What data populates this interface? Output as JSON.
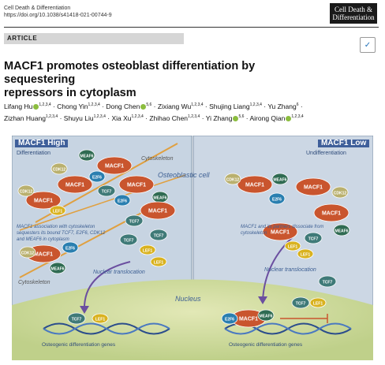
{
  "journal": {
    "name": "Cell Death & Differentiation",
    "doi": "https://doi.org/10.1038/s41418-021-00744-9",
    "logo_line1": "Cell Death &",
    "logo_line2": "Differentiation"
  },
  "section_label": "ARTICLE",
  "check_updates_icon": "check-for-updates-icon",
  "title_line1": "MACF1 promotes osteoblast differentiation by sequestering",
  "title_line2": "repressors in cytoplasm",
  "authors_line1": [
    {
      "name": "Lifang Hu",
      "sup": "1,2,3,4",
      "orcid": true
    },
    {
      "name": "Chong Yin",
      "sup": "1,2,3,4",
      "orcid": false
    },
    {
      "name": "Dong Chen",
      "sup": "5,6",
      "orcid": true
    },
    {
      "name": "Zixiang Wu",
      "sup": "1,2,3,4",
      "orcid": false
    },
    {
      "name": "Shujing Liang",
      "sup": "1,2,3,4",
      "orcid": false
    },
    {
      "name": "Yu Zhang",
      "sup": "6",
      "orcid": false
    }
  ],
  "authors_line2": [
    {
      "name": "Zizhan Huang",
      "sup": "1,2,3,4",
      "orcid": false
    },
    {
      "name": "Shuyu Liu",
      "sup": "1,2,3,4",
      "orcid": false
    },
    {
      "name": "Xia Xu",
      "sup": "1,2,3,4",
      "orcid": false
    },
    {
      "name": "Zhihao Chen",
      "sup": "1,2,3,4",
      "orcid": false
    },
    {
      "name": "Yi Zhang",
      "sup": "5,6",
      "orcid": true
    },
    {
      "name": "Airong Qian",
      "sup": "1,2,3,4",
      "orcid": true
    }
  ],
  "figure": {
    "left_title": "MACF1 High",
    "left_sub": "Differentiation",
    "right_title": "MACF1 Low",
    "right_sub": "Undifferentiation",
    "osteoblastic_cell": "Osteoblastic cell",
    "cytoskeleton_top": "Cytoskeleton",
    "cytoskeleton_bottom": "Cytoskeleton",
    "left_note": "MACF1 association with cytoskeleton sequesters its bound TCF7, E2F6, CDK12 and MEAF6 in cytoplasm",
    "right_note": "MACF1 and its partners dissociate from cytoskeleton",
    "nuclear_translocation_left": "Nuclear translocation",
    "nuclear_translocation_right": "Nuclear translocation",
    "nucleus": "Nucleus",
    "genes_left": "Osteogenic differentiation genes",
    "genes_right": "Osteogenic differentiation genes",
    "macf1": "MACF1",
    "tcf7": "TCF7",
    "lef1": "LEF1",
    "e2f6": "E2F6",
    "cdk12": "CDK12",
    "meaf6": "MEAF6",
    "colors": {
      "macf1": "#c9552e",
      "tcf7": "#3f7a78",
      "lef1": "#d9b21f",
      "e2f6": "#2a7fb0",
      "cdk12": "#b9b06e",
      "meaf6": "#2f6b52",
      "panel": "#c9d6e3",
      "nucleus": "#d6dfa8"
    }
  }
}
